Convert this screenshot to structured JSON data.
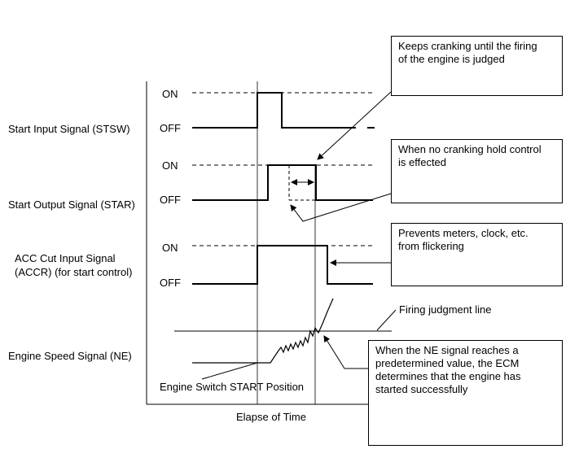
{
  "signals": {
    "stsw": {
      "label": "Start Input Signal (STSW)",
      "on": "ON",
      "off": "OFF"
    },
    "star": {
      "label": "Start Output Signal (STAR)",
      "on": "ON",
      "off": "OFF"
    },
    "accr": {
      "label_line1": "ACC Cut Input Signal",
      "label_line2": "(ACCR) (for start control)",
      "on": "ON",
      "off": "OFF"
    },
    "ne": {
      "label": "Engine Speed Signal (NE)"
    }
  },
  "annotations": {
    "cranking_until_firing": {
      "line1": "Keeps cranking until the firing",
      "line2": "of the engine is judged"
    },
    "no_cranking_hold": {
      "line1": "When no cranking hold control",
      "line2": "is effected"
    },
    "prevents_flicker": {
      "line1": "Prevents meters, clock, etc.",
      "line2": "from flickering"
    },
    "firing_judgment": "Firing judgment line",
    "ne_reaches": {
      "line1": "When the NE signal reaches a",
      "line2": "predetermined value, the ECM",
      "line3": "determines that the engine has",
      "line4": "started successfully"
    },
    "engine_switch": "Engine Switch START Position"
  },
  "axis": {
    "x_label": "Elapse of Time"
  }
}
